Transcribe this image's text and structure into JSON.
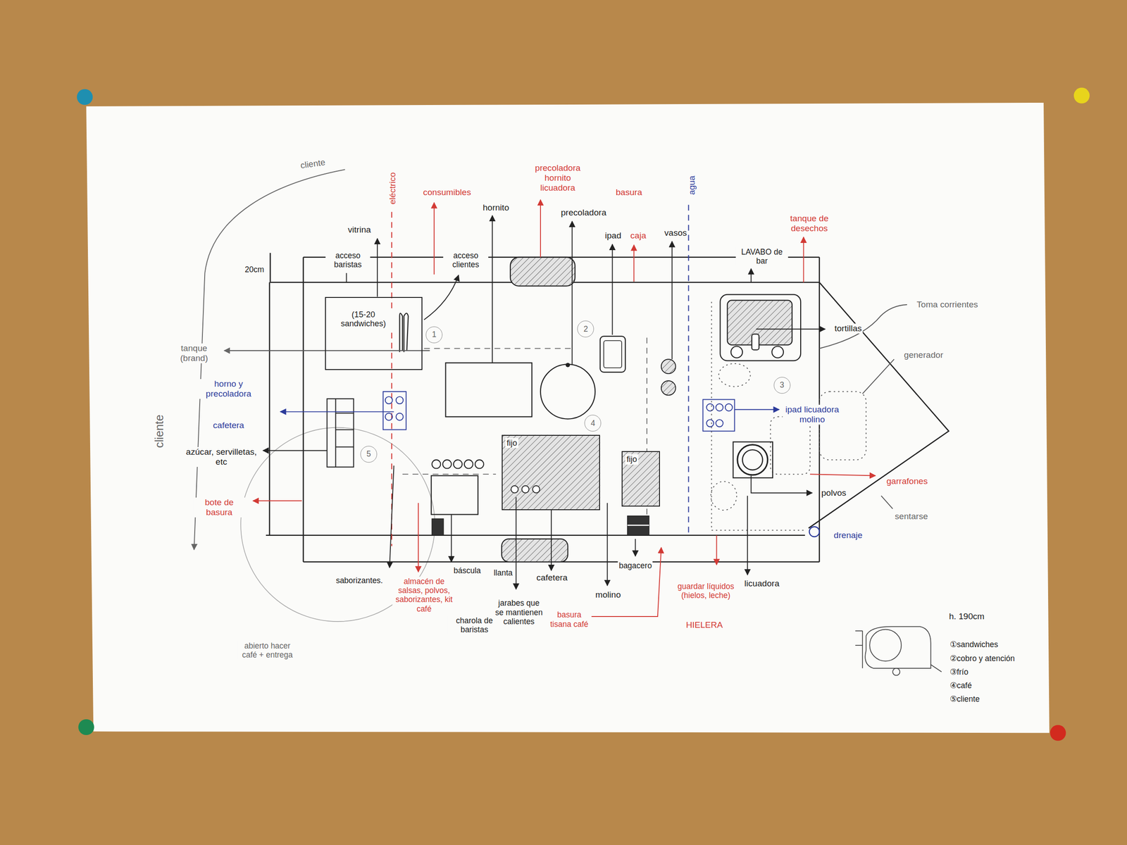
{
  "diagram": {
    "nodes": [
      {
        "text": [
          "(15-20 sandwiches)"
        ]
      },
      {
        "text": [
          "fijo"
        ]
      },
      {
        "text": [
          "fijo"
        ]
      }
    ],
    "labels": [
      "cliente",
      "eléctrico",
      "consumibles",
      "precoladora hornito licuadora",
      "basura",
      "agua",
      "hornito",
      "precoladora",
      "ipad",
      "caja",
      "vasos",
      "tanque de desechos",
      "vitrina",
      "acceso baristas",
      "acceso clientes",
      "20cm",
      "LAVABO de bar",
      "Toma corrientes",
      "tortillas",
      "generador",
      "tanque (brand)",
      "horno y precoladora",
      "cafetera",
      "cliente",
      "ipad licuadora molino",
      "azúcar, servilletas, etc",
      "bote de basura",
      "garrafones",
      "polvos",
      "sentarse",
      "drenaje",
      "1",
      "2",
      "3",
      "4",
      "5",
      "saborizantes.",
      "almacén de salsas, polvos, saborizantes, kit café",
      "báscula",
      "charola de baristas",
      "llanta",
      "cafetera",
      "molino",
      "bagacero",
      "jarabes que se mantienen calientes",
      "basura tisana café",
      "guardar líquidos (hielos, leche)",
      "HIELERA",
      "licuadora",
      "abierto hacer café + entrega",
      "h. 190cm",
      "①sandwiches",
      "②cobro y atención",
      "③frío",
      "④café",
      "⑤cliente"
    ]
  }
}
